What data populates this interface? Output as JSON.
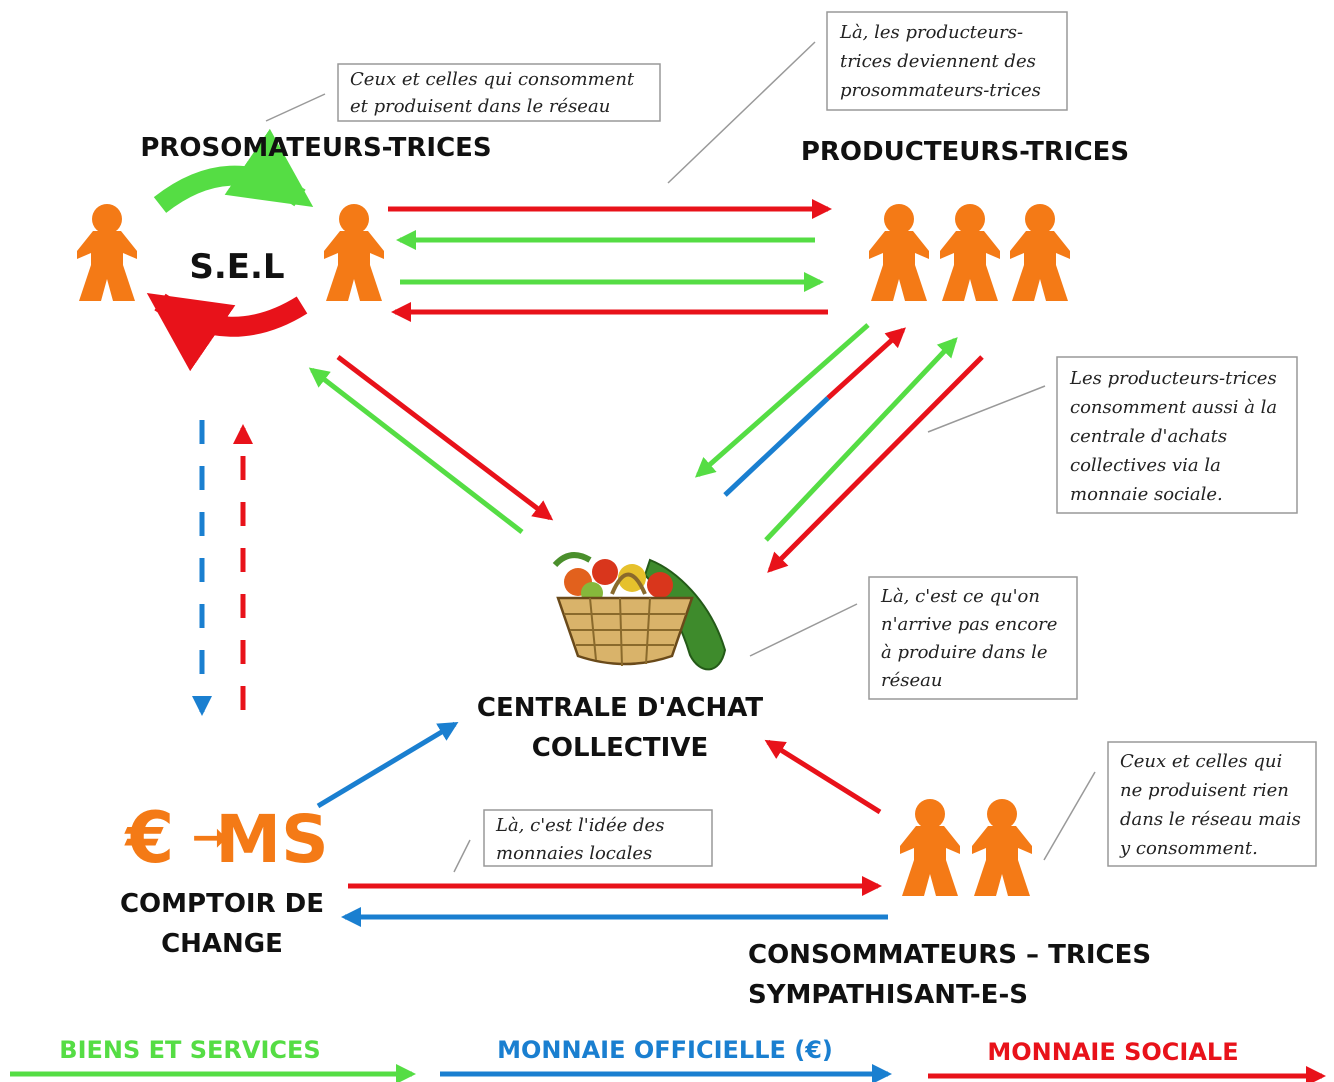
{
  "colors": {
    "goods": "#55dd44",
    "official_money": "#1a7fd0",
    "social_money": "#e8121a",
    "person": "#f47a16",
    "callout_border": "#999999"
  },
  "nodes": {
    "prosumers": {
      "label": "PROSOMATEURS-TRICES",
      "center_label": "S.E.L",
      "icon": "person-icon"
    },
    "producers": {
      "label": "PRODUCTEURS-TRICES",
      "icon": "person-icon"
    },
    "central": {
      "label_line1": "CENTRALE D'ACHAT",
      "label_line2": "COLLECTIVE",
      "icon": "basket-icon"
    },
    "exchange": {
      "label_line1": "COMPTOIR DE",
      "label_line2": "CHANGE",
      "symbol_euro": "€",
      "symbol_arrow": "➞",
      "symbol_ms": "MS"
    },
    "consumers": {
      "label_line1": "CONSOMMATEURS – TRICES",
      "label_line2": "SYMPATHISANT-E-S",
      "icon": "person-icon"
    }
  },
  "notes": {
    "prosumers": [
      "Ceux et celles qui consomment",
      "et produisent dans le réseau"
    ],
    "producers_top": [
      "Là, les producteurs-",
      "trices deviennent des",
      "prosommateurs-trices"
    ],
    "producers_right": [
      "Les producteurs-trices",
      "consomment aussi à la",
      "centrale d'achats",
      "collectives via la",
      "monnaie sociale."
    ],
    "central": [
      "Là, c'est ce qu'on",
      "n'arrive pas encore",
      "à produire dans le",
      "réseau"
    ],
    "local_money": [
      "Là, c'est l'idée des",
      "monnaies locales"
    ],
    "consumers": [
      "Ceux et celles qui",
      "ne produisent rien",
      "dans le réseau mais",
      "y consomment."
    ]
  },
  "legend": {
    "goods": "BIENS ET SERVICES",
    "official_money": "MONNAIE OFFICIELLE (€)",
    "social_money": "MONNAIE SOCIALE"
  }
}
